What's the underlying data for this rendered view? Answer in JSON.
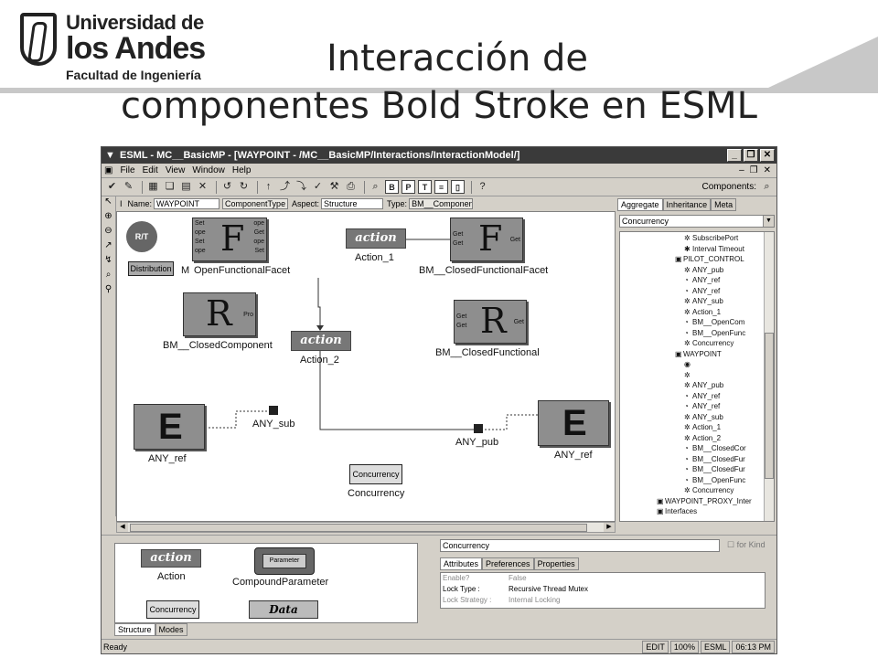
{
  "slide": {
    "logo": {
      "line1": "Universidad de",
      "line2": "los Andes",
      "line3": "Facultad de Ingeniería"
    },
    "title_line1": "Interacción de",
    "title_line2": "componentes Bold Stroke en ESML"
  },
  "window": {
    "title": "ESML - MC__BasicMP - [WAYPOINT - /MC__BasicMP/Interactions/InteractionModel/]",
    "menu": [
      "File",
      "Edit",
      "View",
      "Window",
      "Help"
    ],
    "components_label": "Components:"
  },
  "propbar": {
    "name_label": "Name:",
    "name_value": "WAYPOINT",
    "type_value": "ComponentType",
    "aspect_label": "Aspect:",
    "aspect_value": "Structure",
    "type_label": "Type:",
    "type_field": "BM__Component"
  },
  "canvas": {
    "rt_badge": "R/T",
    "distribution": "Distribution",
    "f1_ports_left": [
      "Set",
      "ope",
      "Set",
      "ope"
    ],
    "f1_ports_right": [
      "ope",
      "Get",
      "ope",
      "Set"
    ],
    "f1_letter": "F",
    "f1_label": "OpenFunctionalFacet",
    "f1_prefix": "M",
    "action1_text": "action",
    "action1_label": "Action_1",
    "f2_ports": [
      "Get",
      "Get"
    ],
    "f2_right": "Get",
    "f2_letter": "F",
    "f2_label": "BM__ClosedFunctionalFacet",
    "r1_letter": "R",
    "r1_port": "Pro",
    "r1_label": "BM__ClosedComponent",
    "action2_text": "action",
    "action2_label": "Action_2",
    "r2_ports": [
      "Get",
      "Get"
    ],
    "r2_letter": "R",
    "r2_right": "Get",
    "r2_label": "BM__ClosedFunctional",
    "e1_letter": "E",
    "e1_label": "ANY_ref",
    "anysub_label": "ANY_sub",
    "anypub_label": "ANY_pub",
    "e2_letter": "E",
    "e2_label": "ANY_ref",
    "conc_box": "Concurrency",
    "conc_label": "Concurrency"
  },
  "right_panel": {
    "tabs": [
      "Aggregate",
      "Inheritance",
      "Meta"
    ],
    "dropdown": "Concurrency",
    "tree": [
      "SubscribePort",
      "Interval Timeout",
      "PILOT_CONTROL",
      "ANY_pub",
      "ANY_ref",
      "ANY_ref",
      "ANY_sub",
      "Action_1",
      "BM__OpenCom",
      "BM__OpenFunc",
      "Concurrency",
      "WAYPOINT",
      "",
      "",
      "ANY_pub",
      "ANY_ref",
      "ANY_ref",
      "ANY_sub",
      "Action_1",
      "Action_2",
      "BM__ClosedCor",
      "BM__ClosedFur",
      "BM__ClosedFur",
      "BM__OpenFunc",
      "Concurrency",
      "WAYPOINT_PROXY_Inter",
      "Interfaces"
    ]
  },
  "parts": {
    "action_text": "action",
    "action_label": "Action",
    "param_text": "Parameter",
    "param_label": "CompoundParameter",
    "conc_text": "Concurrency",
    "data_text": "Data",
    "tabs": [
      "Structure",
      "Modes"
    ]
  },
  "attributes": {
    "name": "Concurrency",
    "for_kind": "for Kind",
    "tabs": [
      "Attributes",
      "Preferences",
      "Properties"
    ],
    "rows": [
      {
        "k": "Enable?",
        "v": "False"
      },
      {
        "k": "Lock Type :",
        "v": "Recursive Thread Mutex"
      },
      {
        "k": "Lock Strategy :",
        "v": "Internal Locking"
      }
    ]
  },
  "status": {
    "text": "Ready",
    "cells": [
      "EDIT",
      "100%",
      "ESML",
      "06:13 PM"
    ]
  }
}
